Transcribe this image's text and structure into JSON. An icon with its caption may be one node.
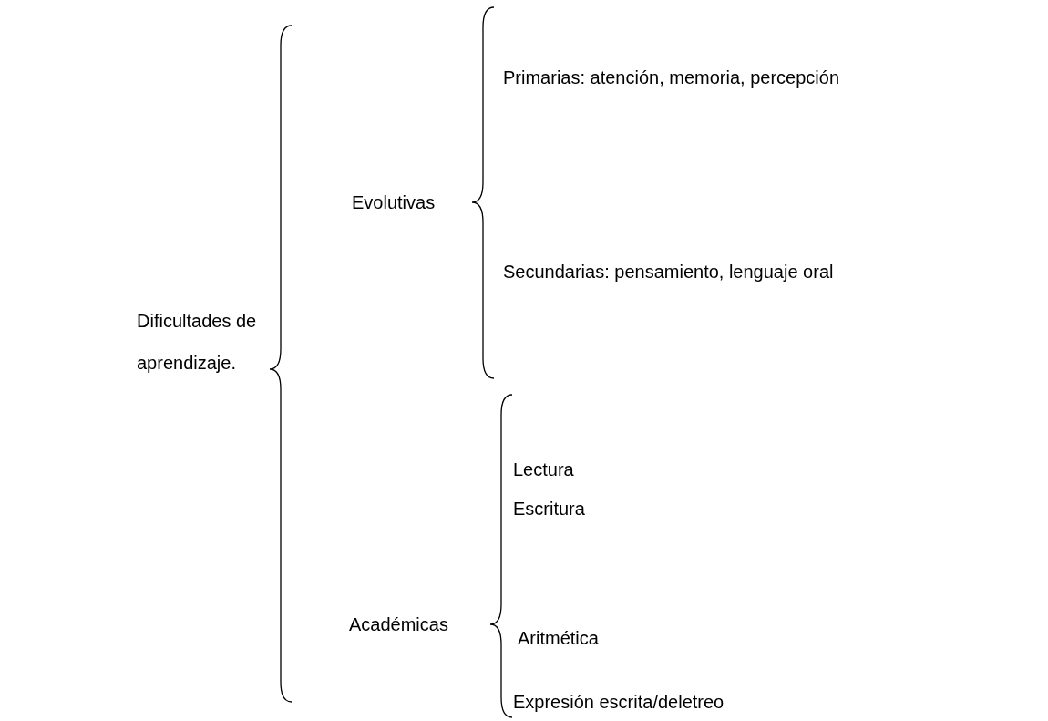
{
  "diagram": {
    "labels": [
      "Dificultades de aprendizaje.",
      "Evolutivas",
      "Primarias: atención, memoria, percepción",
      "Secundarias: pensamiento, lenguaje oral",
      "Académicas",
      "Lectura",
      "Escritura",
      "Aritmética",
      "Expresión escrita/deletreo"
    ]
  }
}
